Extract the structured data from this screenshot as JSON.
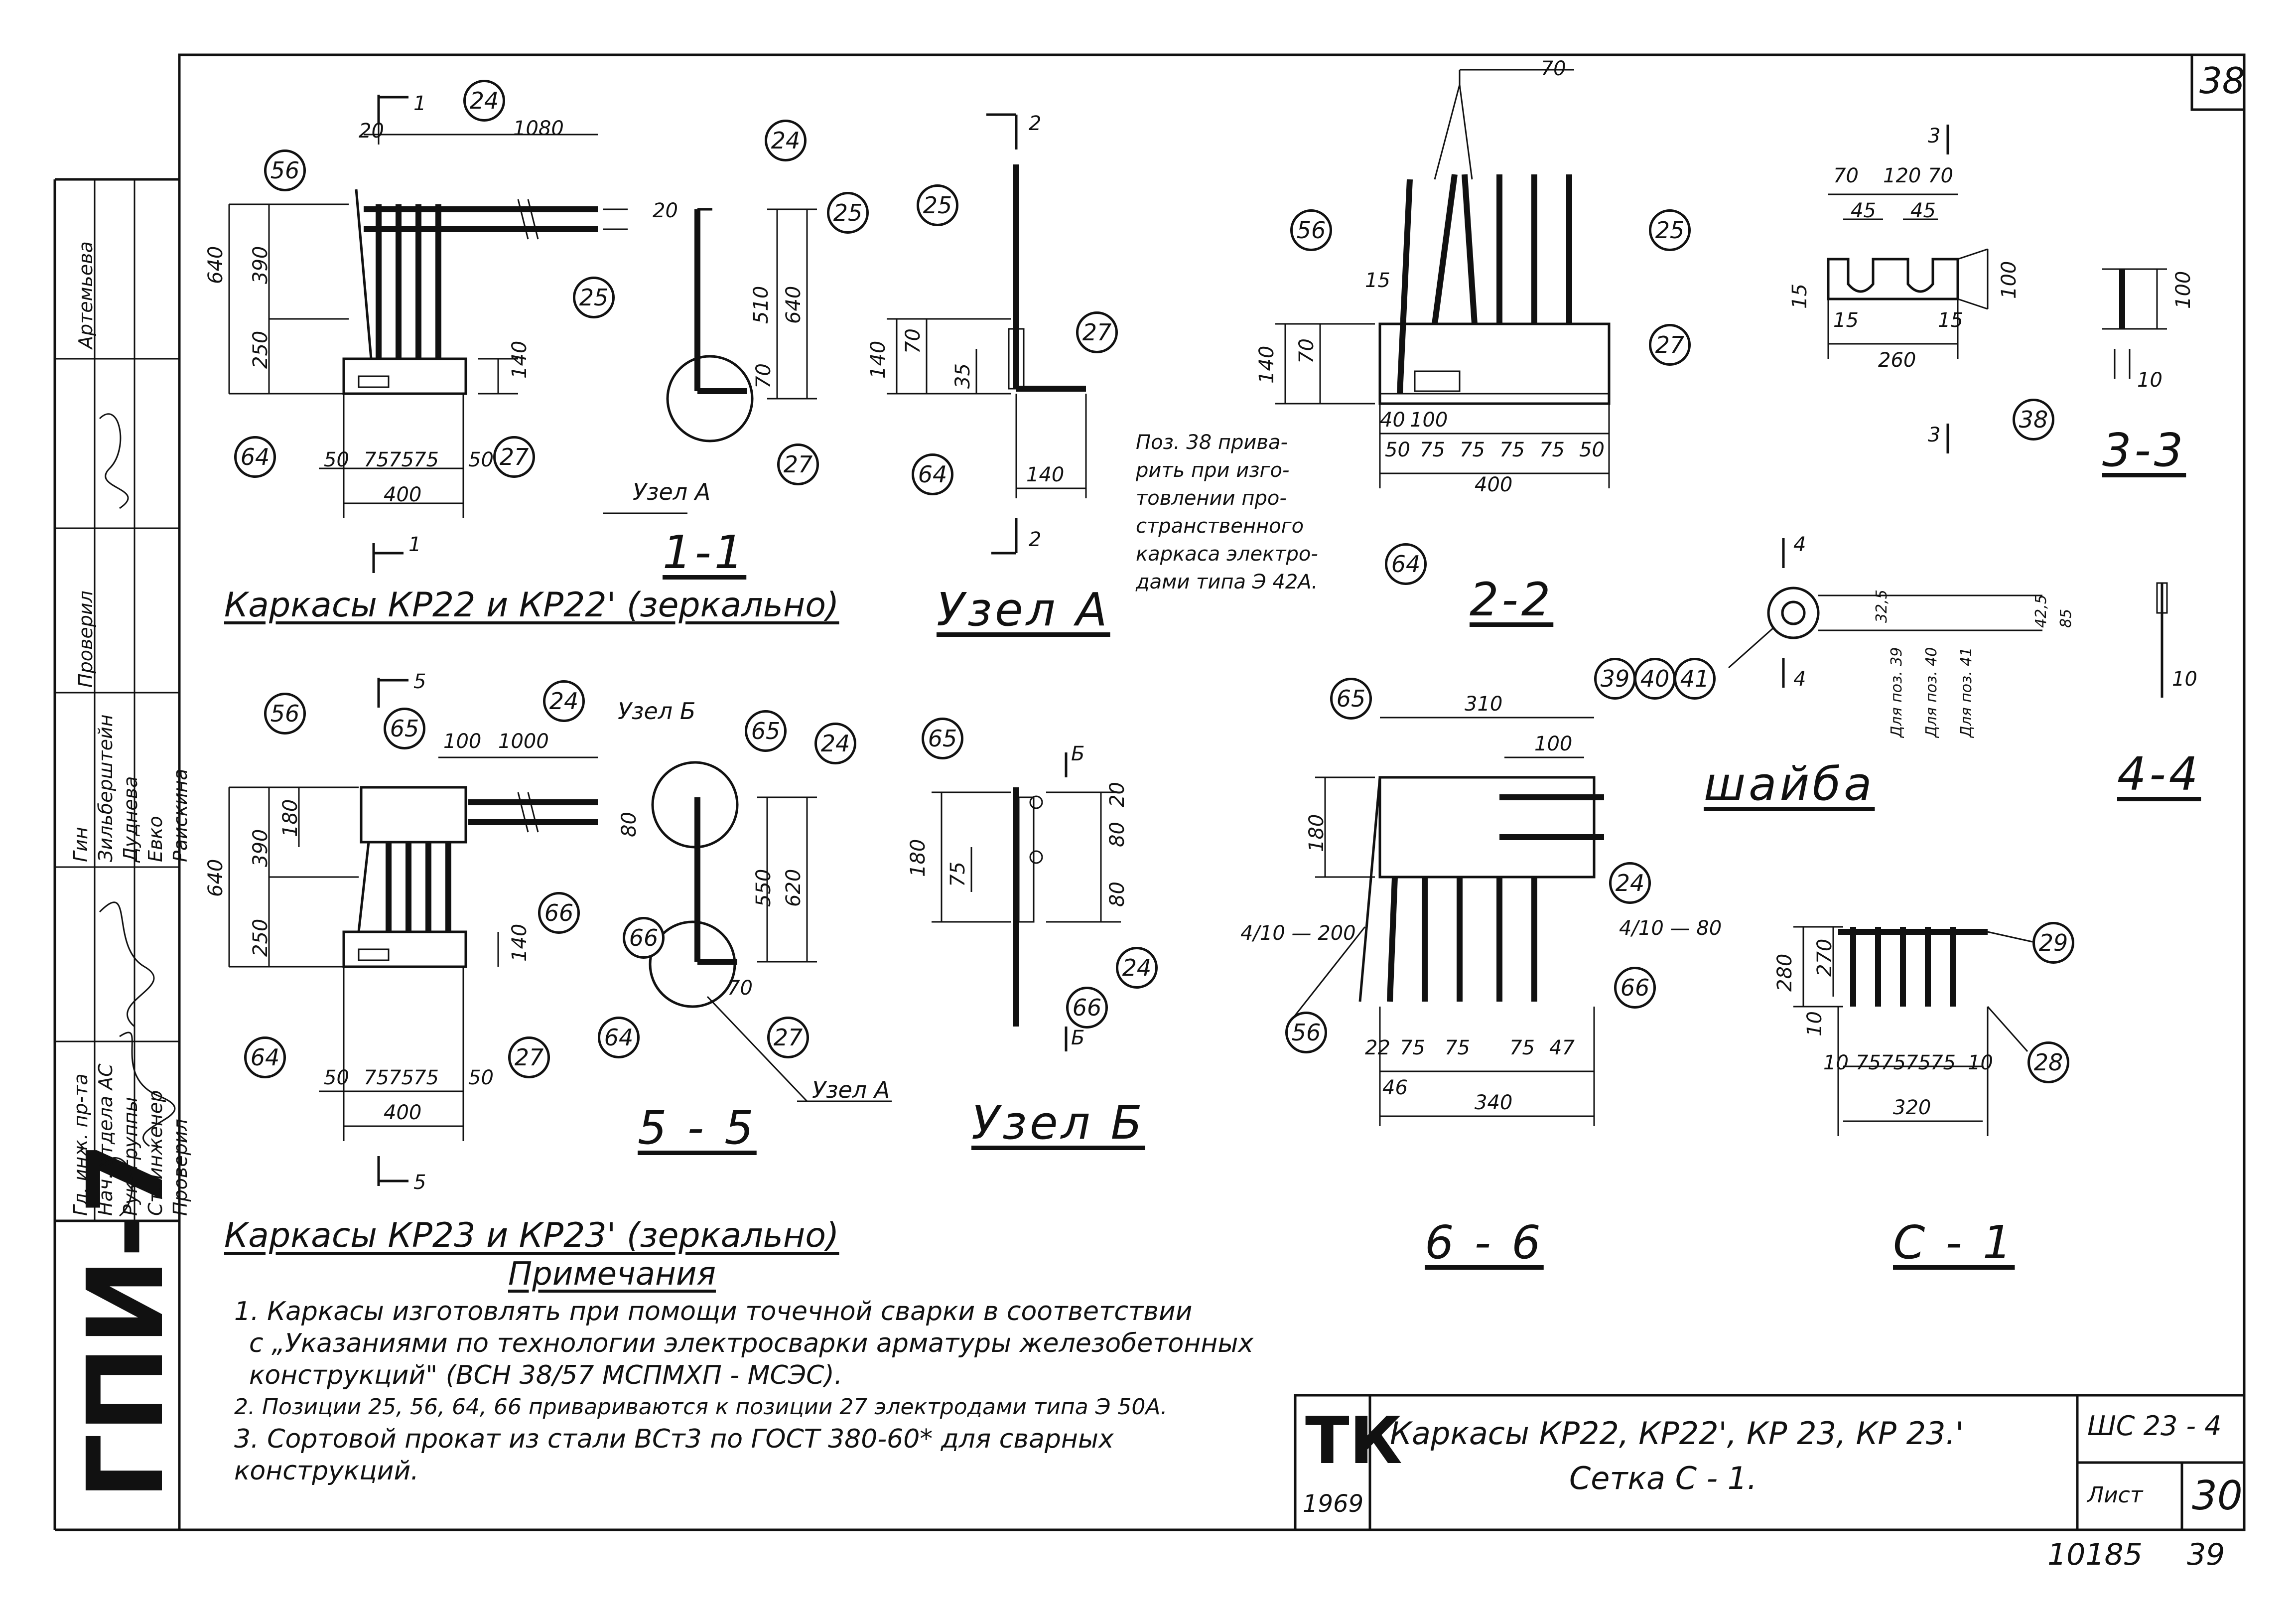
{
  "sheet": {
    "corner_number": "38",
    "sheet_label": "Лист",
    "sheet_number": "30",
    "doc_code": "ШС 23 - 4",
    "archive_number": "10185",
    "archive_page": "39",
    "org_logo": "ТК",
    "org_year": "1969",
    "org_name": "ГПИ-7",
    "title_line1": "Каркасы КР22, КР22', КР 23, КР 23.'",
    "title_line2": "Сетка С - 1."
  },
  "stamp": {
    "roles": [
      "Гл. инж. пр-та",
      "Нач. отдела АС",
      "Рук. группы",
      "Ст. инженер",
      "Проверил"
    ],
    "names": [
      "Гин",
      "Зильберштейн",
      "Дуднева",
      "Евко",
      "Раискина"
    ],
    "upper_role": "Проверил",
    "upper_name": "Артемьева"
  },
  "captions": {
    "frames_top": "Каркасы КР22 и КР22' (зеркально)",
    "frames_bottom": "Каркасы КР23 и КР23' (зеркально)",
    "sec_1_1": "1-1",
    "sec_2_2": "2-2",
    "sec_3_3": "3-3",
    "sec_4_4": "4-4",
    "sec_5_5": "5 - 5",
    "sec_6_6": "6 - 6",
    "sec_c1": "С - 1",
    "node_a": "Узел А",
    "node_b": "Узел Б",
    "washer": "шайба",
    "node_a_label": "Узел А",
    "node_b_label": "Узел Б"
  },
  "weld_note": [
    "Поз. 38 прива-",
    "рить при изго-",
    "товлении про-",
    "странственного",
    "каркаса электро-",
    "дами типа Э 42А."
  ],
  "notes": {
    "heading": "Примечания",
    "items": [
      "1. Каркасы изготовлять при помощи точечной сварки в соответствии",
      "с „Указаниями по технологии электросварки арматуры железобетонных конструкций\" (ВСН 38/57 МСПМХП - МСЭС).",
      "2. Позиции 25, 56, 64, 66    привариваются к позиции 27 электродами типа Э 50А.",
      "3. Сортовой прокат из стали ВСт3 по ГОСТ 380-60* для сварных конструкций."
    ]
  },
  "marks": {
    "m24": "24",
    "m25": "25",
    "m27": "27",
    "m28": "28",
    "m29": "29",
    "m38": "38",
    "m39": "39",
    "m40": "40",
    "m41": "41",
    "m56": "56",
    "m64": "64",
    "m65": "65",
    "m66": "66"
  },
  "dims": {
    "d1080": "1080",
    "d640": "640",
    "d390": "390",
    "d250": "250",
    "d140": "140",
    "d50": "50",
    "d75": "75",
    "d400": "400",
    "d510": "510",
    "d70": "70",
    "d100": "100",
    "d120": "120",
    "d45": "45",
    "d260": "260",
    "d15": "15",
    "d10": "10",
    "d1000": "1000",
    "d180": "180",
    "d550": "550",
    "d620": "620",
    "d80": "80",
    "d310": "310",
    "d340": "340",
    "d280": "280",
    "d270": "270",
    "d320": "320",
    "d22": "22",
    "d46": "46",
    "d47": "47",
    "d20": "20",
    "d35": "35",
    "d40": "40",
    "dm70": "— 70",
    "d4_10_200": "4/10 — 200",
    "d4_10_80": "4/10 — 80",
    "d32_5": "32,5",
    "d42_5": "42,5",
    "d85": "85",
    "d1": "1",
    "d2": "2",
    "d3": "3",
    "d4": "4",
    "d5": "5",
    "d6": "Б"
  },
  "washer_for": [
    "Для поз. 39",
    "Для поз. 40",
    "Для поз. 41"
  ]
}
